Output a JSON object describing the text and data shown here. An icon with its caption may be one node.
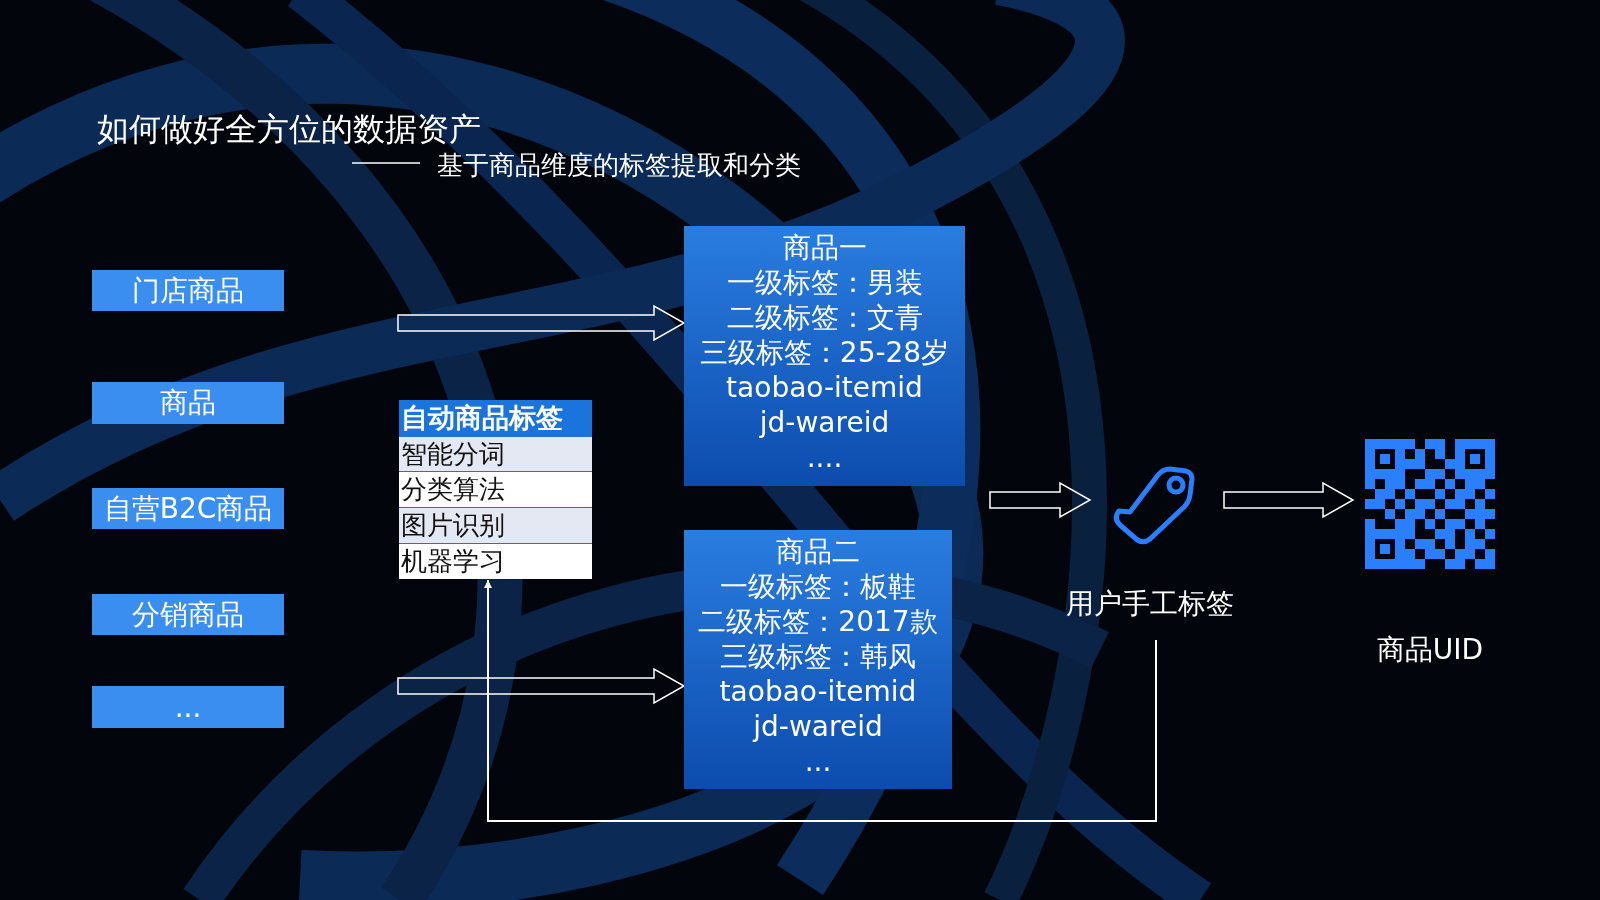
{
  "diagram": {
    "title": "如何做好全方位的数据资产",
    "nodes": [
      {
        "text": [
          "门店商品"
        ]
      },
      {
        "text": [
          "商品"
        ]
      },
      {
        "text": [
          "自营B2C商品"
        ]
      },
      {
        "text": [
          "分销商品"
        ]
      },
      {
        "text": [
          "..."
        ]
      },
      {
        "text": [
          "自动商品标签"
        ]
      },
      {
        "text": [
          "智能分词"
        ],
        "in": 5
      },
      {
        "text": [
          "分类算法"
        ],
        "in": 5
      },
      {
        "text": [
          "图片识别"
        ],
        "in": 5
      },
      {
        "text": [
          "机器学习"
        ],
        "in": 5
      },
      {
        "text": [
          "商品一",
          "一级标签：男装",
          "二级标签：文青",
          "三级标签：25-28岁",
          "taobao-itemid",
          "jd-wareid",
          "...."
        ]
      },
      {
        "text": [
          "商品二",
          "一级标签：板鞋",
          "二级标签：2017款",
          "三级标签：韩风",
          "taobao-itemid",
          "jd-wareid",
          "..."
        ]
      },
      {
        "text": [],
        "shape": "picture",
        "beside": [
          "用户手工标签"
        ]
      },
      {
        "text": [],
        "shape": "picture",
        "beside": [
          "商品UID"
        ]
      }
    ],
    "edges": [
      {
        "from": null,
        "to": 10,
        "arrow": "to"
      },
      {
        "from": null,
        "to": 11,
        "arrow": "to"
      },
      {
        "from": null,
        "to": 12,
        "arrow": "to"
      },
      {
        "from": 12,
        "to": 13,
        "arrow": "to"
      },
      {
        "from": 12,
        "to": 9,
        "arrow": "to"
      }
    ],
    "labels": [
      "基于商品维度的标签提取和分类"
    ]
  }
}
